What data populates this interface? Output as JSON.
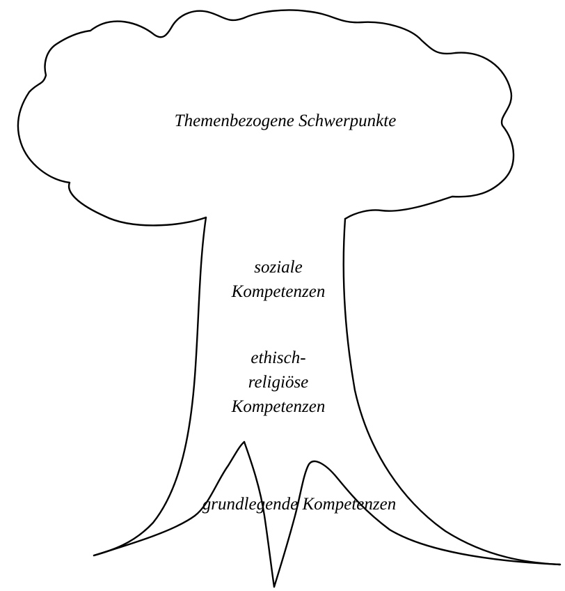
{
  "crown": {
    "label": "Themenbezogene Schwerpunkte"
  },
  "trunk": {
    "social": {
      "line1": "soziale",
      "line2": "Kompetenzen"
    },
    "ethical": {
      "line1": "ethisch-",
      "line2": "religiöse",
      "line3": "Kompetenzen"
    }
  },
  "roots": {
    "label": "grundlegende Kompetenzen"
  }
}
